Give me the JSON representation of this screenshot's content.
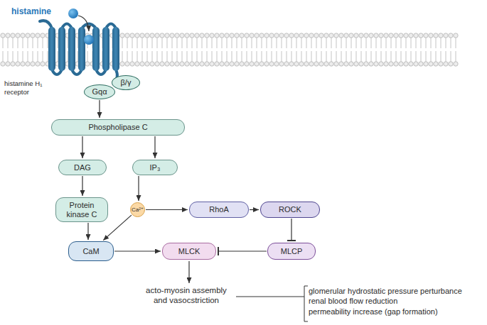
{
  "diagram": {
    "nodes": [
      {
        "text": [
          "Gqα"
        ]
      },
      {
        "text": [
          "β/γ"
        ]
      },
      {
        "text": [
          "Phospholipase C"
        ]
      },
      {
        "text": [
          "DAG"
        ]
      },
      {
        "text": [
          "IP₃"
        ]
      },
      {
        "text": [
          "Protein kinase C"
        ]
      },
      {
        "text": [
          "Ca²⁺"
        ]
      },
      {
        "text": [
          "RhoA"
        ]
      },
      {
        "text": [
          "ROCK"
        ]
      },
      {
        "text": [
          "CaM"
        ]
      },
      {
        "text": [
          "MLCK"
        ]
      },
      {
        "text": [
          "MLCP"
        ]
      }
    ],
    "edges": [
      {
        "from": 0,
        "to": 2,
        "arrow": "to"
      },
      {
        "from": 2,
        "to": 3,
        "arrow": "to"
      },
      {
        "from": 2,
        "to": 4,
        "arrow": "to"
      },
      {
        "from": 3,
        "to": 5,
        "arrow": "to"
      },
      {
        "from": 4,
        "to": 6,
        "arrow": "to"
      },
      {
        "from": 6,
        "to": 7,
        "arrow": "to"
      },
      {
        "from": 7,
        "to": 8,
        "arrow": "to"
      },
      {
        "from": 8,
        "to": 11,
        "arrow": "to"
      },
      {
        "from": 5,
        "to": 9,
        "arrow": "to"
      },
      {
        "from": 6,
        "to": 9,
        "arrow": "to"
      },
      {
        "from": 9,
        "to": 10,
        "arrow": "to"
      },
      {
        "from": 11,
        "to": 10,
        "arrow": "to"
      }
    ],
    "labels": [
      "histamine",
      "histamine H₁ receptor",
      "acto-myosin assembly and vasocstriction",
      "glomerular hydrostatic pressure perturbance",
      "renal blood flow reduction",
      "permeability increase (gap formation)"
    ]
  }
}
